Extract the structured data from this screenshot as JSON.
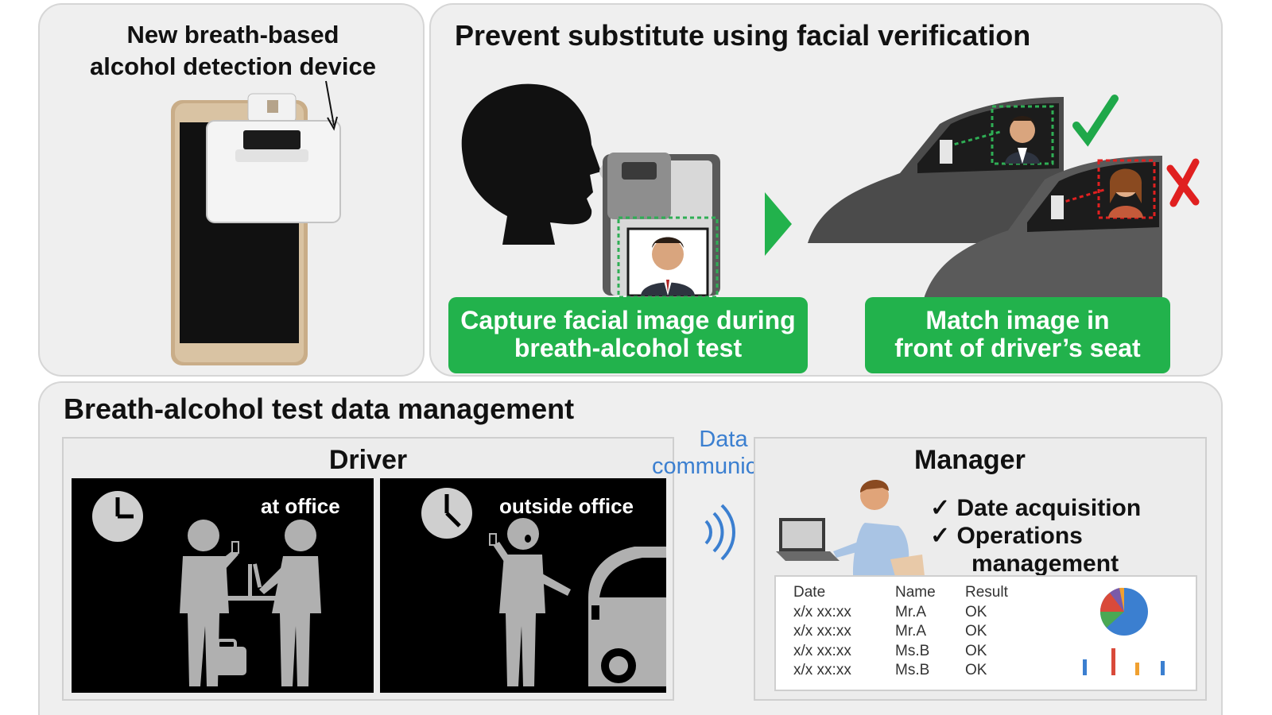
{
  "device_panel": {
    "title_line1": "New breath-based",
    "title_line2": "alcohol detection device"
  },
  "face_panel": {
    "title": "Prevent substitute using facial verification",
    "capture_line1": "Capture facial image during",
    "capture_line2": "breath-alcohol test",
    "match_line1": "Match image in",
    "match_line2": "front of driver’s seat"
  },
  "data_panel": {
    "title": "Breath-alcohol test data management",
    "data_comm_line1": "Data",
    "data_comm_line2": "communication",
    "driver": {
      "title": "Driver",
      "scene_office_label": "at office",
      "scene_outside_label": "outside office"
    },
    "manager": {
      "title": "Manager",
      "checks": [
        "✓ Date acquisition",
        "✓ Operations",
        "management"
      ],
      "table": {
        "headers": [
          "Date",
          "Name",
          "Result"
        ],
        "rows": [
          [
            "x/x xx:xx",
            "Mr.A",
            "OK"
          ],
          [
            "x/x xx:xx",
            "Mr.A",
            "OK"
          ],
          [
            "x/x xx:xx",
            "Ms.B",
            "OK"
          ],
          [
            "x/x xx:xx",
            "Ms.B",
            "OK"
          ]
        ]
      }
    }
  },
  "colors": {
    "accent_green": "#22b24c",
    "data_comm_blue": "#3b7fd0",
    "check_ok": "#1fa84a",
    "cross_ng": "#e02020"
  },
  "icons": [
    "device-arrow-icon",
    "checkmark-icon",
    "cross-icon",
    "clock-icon",
    "wireless-signal-icon",
    "pie-chart-icon",
    "bar-chart-icon"
  ]
}
